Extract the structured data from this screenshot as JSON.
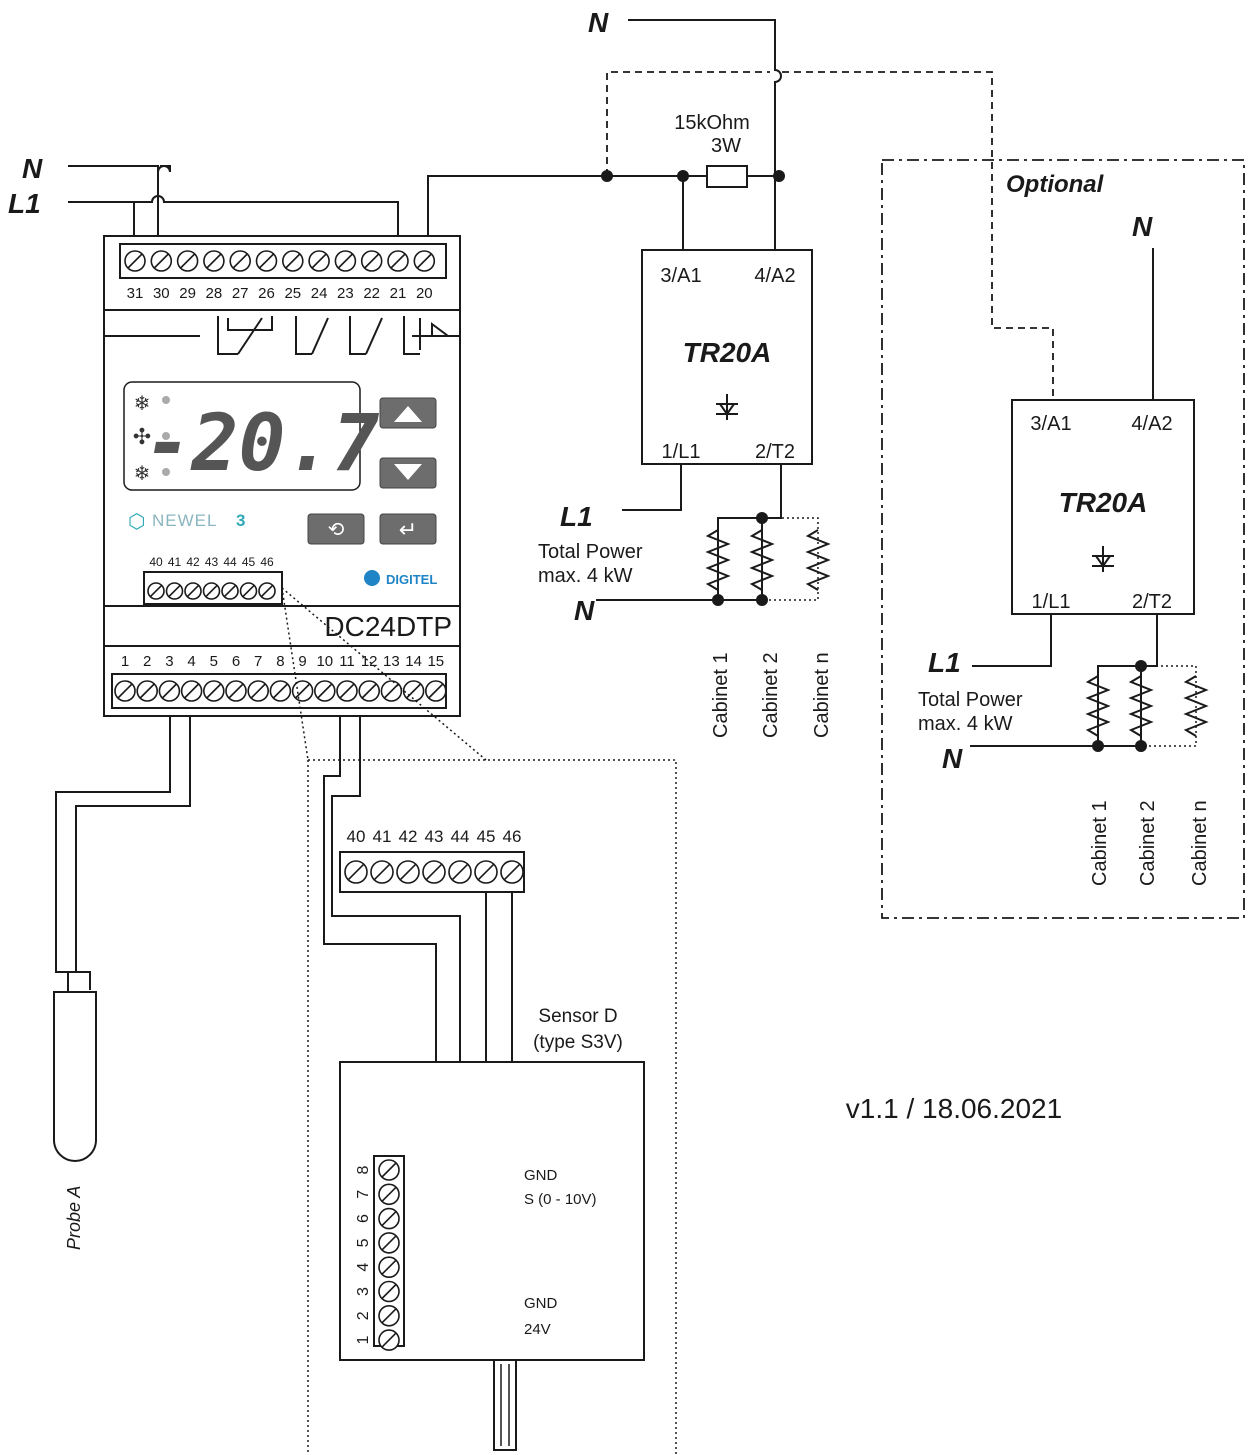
{
  "supply": {
    "n": "N",
    "l1": "L1"
  },
  "controller": {
    "model": "DC24DTP",
    "brand": "NEWEL",
    "brand_suffix": "3",
    "maker": "DIGITEL",
    "display": "-20.7",
    "top_terminals": [
      "31",
      "30",
      "29",
      "28",
      "27",
      "26",
      "25",
      "24",
      "23",
      "22",
      "21",
      "20"
    ],
    "bottom_terminals": [
      "1",
      "2",
      "3",
      "4",
      "5",
      "6",
      "7",
      "8",
      "9",
      "10",
      "11",
      "12",
      "13",
      "14",
      "15"
    ],
    "ext_terminals": [
      "40",
      "41",
      "42",
      "43",
      "44",
      "45",
      "46"
    ],
    "buttons": [
      "up",
      "down",
      "loop",
      "enter"
    ],
    "status_icons": [
      "defrost-icon",
      "fan-icon",
      "snowflake-icon"
    ]
  },
  "resistor": {
    "value": "15kOhm",
    "power": "3W"
  },
  "relay_main": {
    "name": "TR20A",
    "terminals": {
      "a1": "3/A1",
      "a2": "4/A2",
      "l1": "1/L1",
      "t2": "2/T2"
    },
    "power_label_1": "Total Power",
    "power_label_2": "max. 4 kW",
    "cabinets": [
      "Cabinet 1",
      "Cabinet 2",
      "Cabinet n"
    ]
  },
  "relay_optional": {
    "section_label": "Optional",
    "name": "TR20A",
    "terminals": {
      "a1": "3/A1",
      "a2": "4/A2",
      "l1": "1/L1",
      "t2": "2/T2"
    },
    "power_label_1": "Total Power",
    "power_label_2": "max. 4 kW",
    "cabinets": [
      "Cabinet 1",
      "Cabinet 2",
      "Cabinet n"
    ]
  },
  "ext_block_terminals": [
    "40",
    "41",
    "42",
    "43",
    "44",
    "45",
    "46"
  ],
  "sensor": {
    "title_1": "Sensor D",
    "title_2": "(type S3V)",
    "terminals": [
      "8",
      "7",
      "6",
      "5",
      "4",
      "3",
      "2",
      "1"
    ],
    "labels": {
      "gnd_top": "GND",
      "signal": "S (0 - 10V)",
      "gnd_bottom": "GND",
      "supply": "24V"
    }
  },
  "probe": {
    "label": "Probe A"
  },
  "version": "v1.1 / 18.06.2021"
}
